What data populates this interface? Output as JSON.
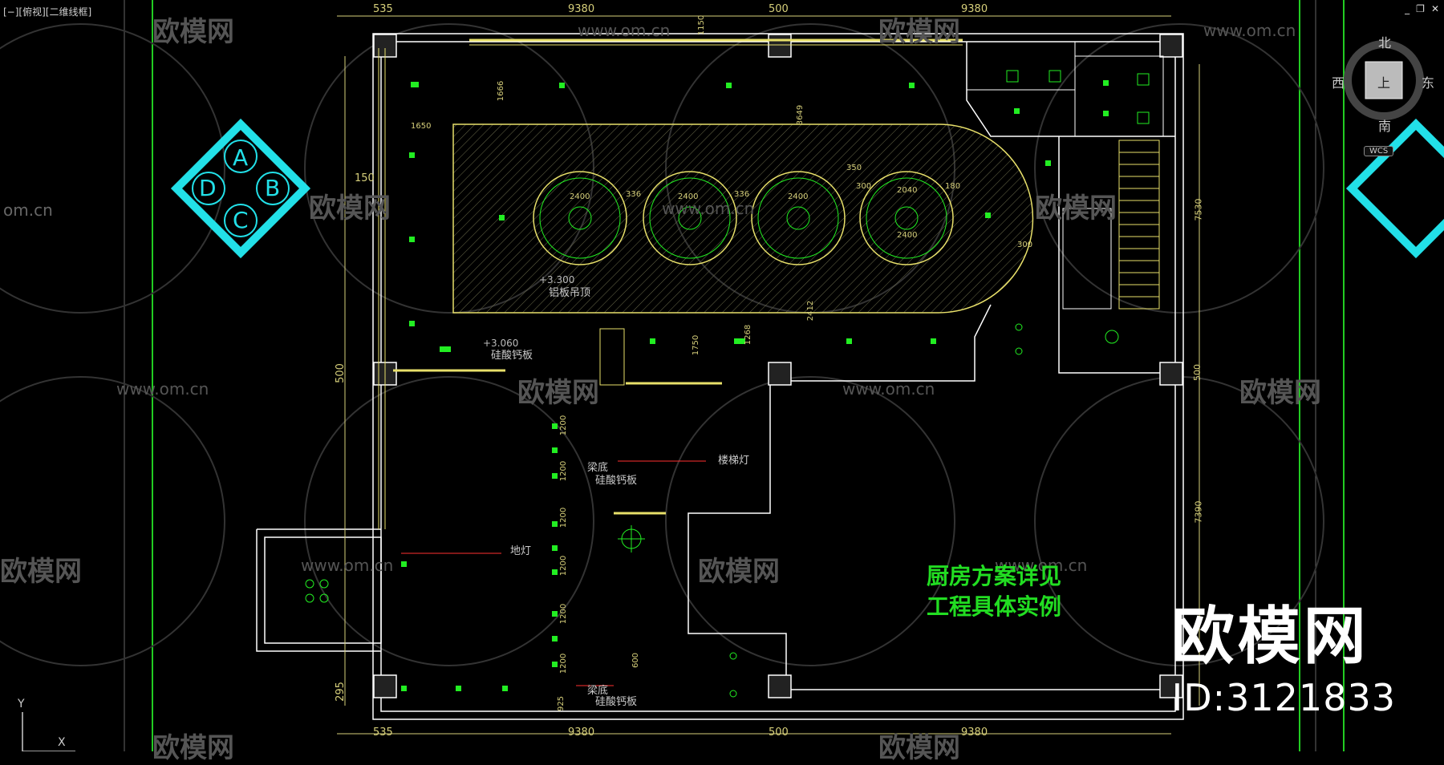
{
  "viewport": {
    "label": "[−][俯视][二维线框]"
  },
  "window_controls": {
    "minimize": "_",
    "restore": "❐",
    "close": "✕"
  },
  "compass": {
    "north": "北",
    "south": "南",
    "east": "东",
    "west": "西",
    "center": "上",
    "wcs": "WCS"
  },
  "ucs": {
    "y": "Y",
    "x": "X"
  },
  "watermark": {
    "brand": "欧模网",
    "url": "www.om.cn",
    "url_short": "om.cn",
    "id": "ID:3121833"
  },
  "section_marker": {
    "a": "A",
    "b": "B",
    "c": "C",
    "d": "D"
  },
  "dimensions": {
    "top": [
      "535",
      "9380",
      "500",
      "9380"
    ],
    "bottom": [
      "535",
      "9380",
      "500",
      "9380"
    ],
    "right": [
      "7530",
      "500",
      "7390"
    ],
    "left": [
      "150",
      "500",
      "295"
    ],
    "inner": [
      "1666",
      "1650",
      "1150",
      "3649",
      "2400",
      "336",
      "2400",
      "336",
      "2400",
      "350",
      "300",
      "2040",
      "180",
      "2400",
      "300",
      "2412",
      "1750",
      "1268",
      "600",
      "925"
    ],
    "column": [
      "1200",
      "1200",
      "1200",
      "1200",
      "1200",
      "1200"
    ]
  },
  "annotations": {
    "ceiling_level": "+3.300",
    "ceiling_material": "铝板吊顶",
    "board_level": "+3.060",
    "board_material": "硅酸钙板",
    "beam_bottom_1": "梁底",
    "beam_board_1": "硅酸钙板",
    "stair_light": "楼梯灯",
    "floor_light": "地灯",
    "beam_bottom_2": "梁底",
    "beam_board_2": "硅酸钙板"
  },
  "kitchen_note": {
    "line1": "厨房方案详见",
    "line2": "工程具体实例"
  },
  "colors": {
    "background": "#000000",
    "wall": "#ffffff",
    "ceiling": "#e8e06a",
    "light": "#22ee22",
    "dimension": "#d6cf7a",
    "cyan": "#22e0e8",
    "red": "#ff3030"
  }
}
